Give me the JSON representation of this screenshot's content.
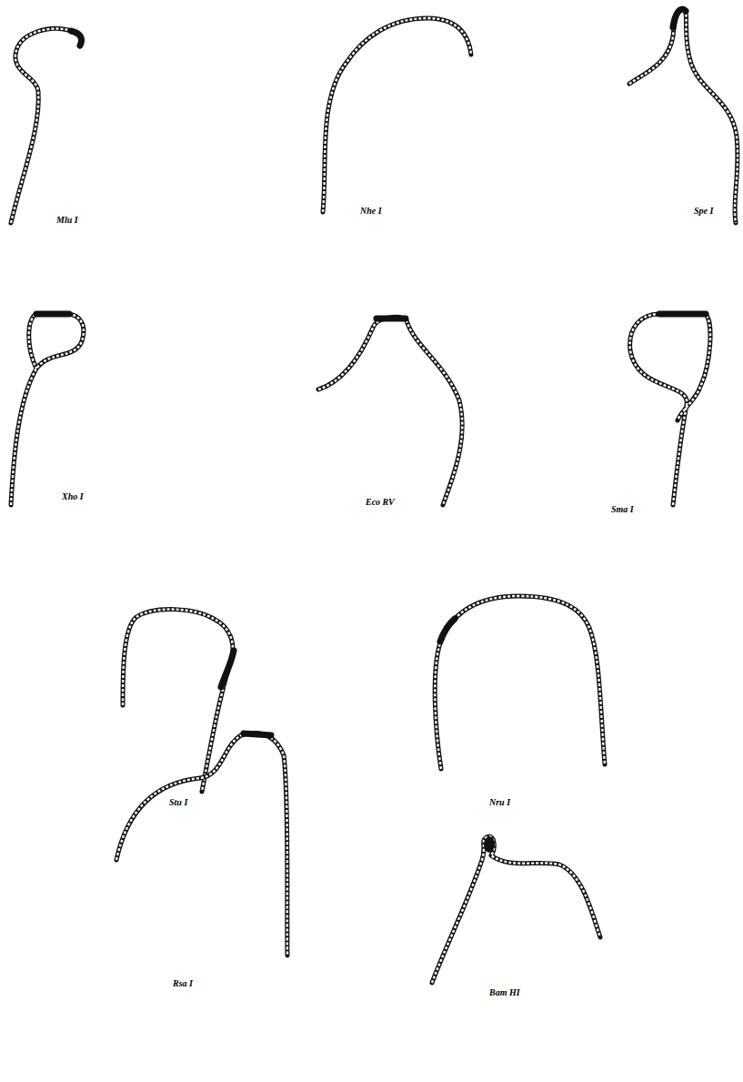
{
  "diagram": {
    "labels": [
      "Mlu I",
      "Nhe I",
      "Spe I",
      "Xho I",
      "Eco RV",
      "Sma I",
      "Stu I",
      "Nru I",
      "Rsa I",
      "Bam HI"
    ]
  }
}
